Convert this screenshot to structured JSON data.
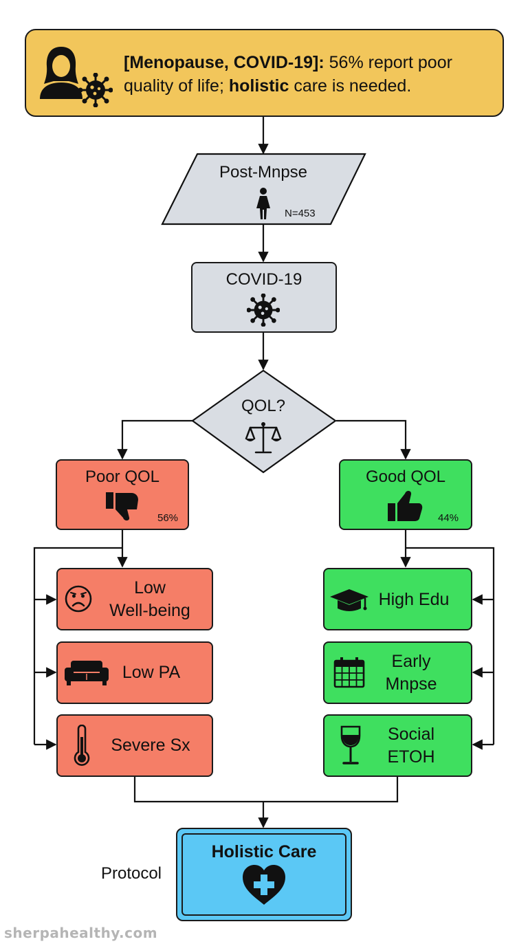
{
  "header": {
    "bold1": "[Menopause, COVID-19]:",
    "text1": " 56% report poor quality of life; ",
    "bold2": "holistic",
    "text2": " care is needed."
  },
  "nodes": {
    "population": {
      "label": "Post-Mnpse",
      "n": "N=453"
    },
    "exposure": {
      "label": "COVID-19"
    },
    "decision": {
      "label": "QOL?"
    },
    "poor": {
      "label": "Poor QOL",
      "pct": "56%"
    },
    "good": {
      "label": "Good QOL",
      "pct": "44%"
    },
    "low_wellbeing": {
      "line1": "Low",
      "line2": "Well-being"
    },
    "low_pa": {
      "label": "Low PA"
    },
    "severe_sx": {
      "label": "Severe Sx"
    },
    "high_edu": {
      "label": "High Edu"
    },
    "early_mnpse": {
      "line1": "Early",
      "line2": "Mnpse"
    },
    "social_etoh": {
      "line1": "Social",
      "line2": "ETOH"
    },
    "holistic": {
      "label": "Holistic Care",
      "side_label": "Protocol"
    }
  },
  "watermark": "sherpahealthy.com",
  "colors": {
    "header": "#f2c65b",
    "neutral": "#d9dde3",
    "poor": "#f57e67",
    "good": "#3fdf5f",
    "care": "#5bc8f5"
  },
  "icons": {
    "header": [
      "woman-icon",
      "virus-icon"
    ],
    "population": "woman-icon",
    "exposure": "virus-icon",
    "decision": "scale-icon",
    "poor": "thumbs-down-icon",
    "good": "thumbs-up-icon",
    "low_wellbeing": "sad-face-icon",
    "low_pa": "couch-icon",
    "severe_sx": "thermometer-icon",
    "high_edu": "graduation-cap-icon",
    "early_mnpse": "calendar-icon",
    "social_etoh": "wine-glass-icon",
    "holistic": "heart-cross-icon"
  }
}
